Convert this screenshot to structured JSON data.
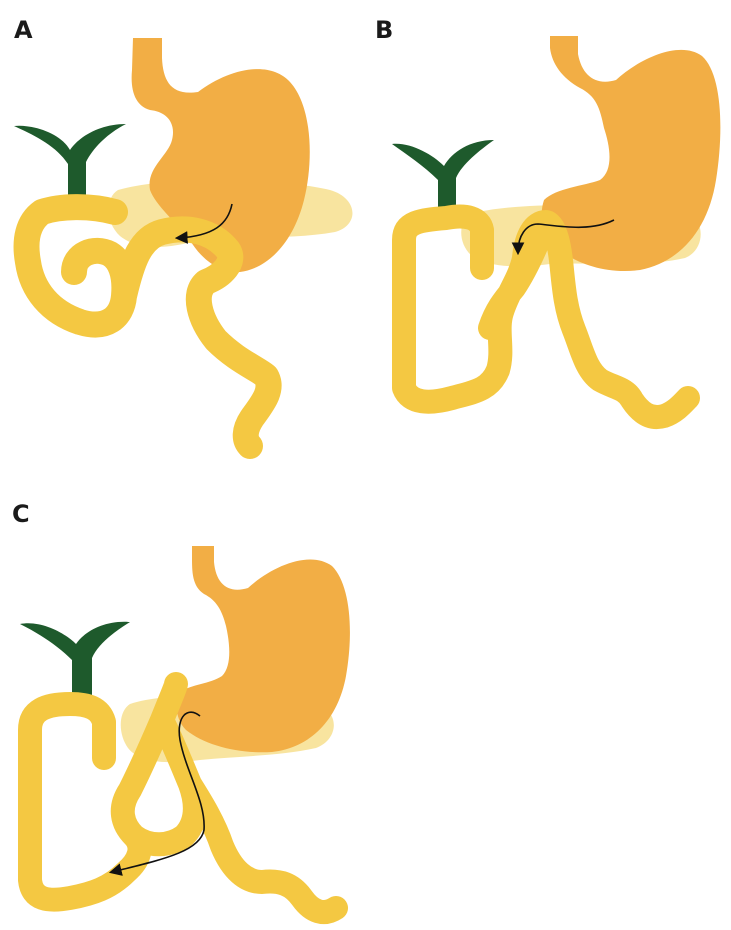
{
  "panels": [
    {
      "id": "A",
      "label": "A"
    },
    {
      "id": "B",
      "label": "B"
    },
    {
      "id": "C",
      "label": "C"
    }
  ],
  "colors": {
    "stomach": "#F2AE45",
    "pancreas": "#F7DF8E",
    "intestine": "#F4C842",
    "bile_duct": "#1E5A2C",
    "arrow": "#111111",
    "background": "#FFFFFF"
  },
  "elements": {
    "organs": [
      "stomach",
      "pancreas",
      "intestine-loop",
      "bile-duct"
    ],
    "flow": "food-passage-arrow"
  }
}
